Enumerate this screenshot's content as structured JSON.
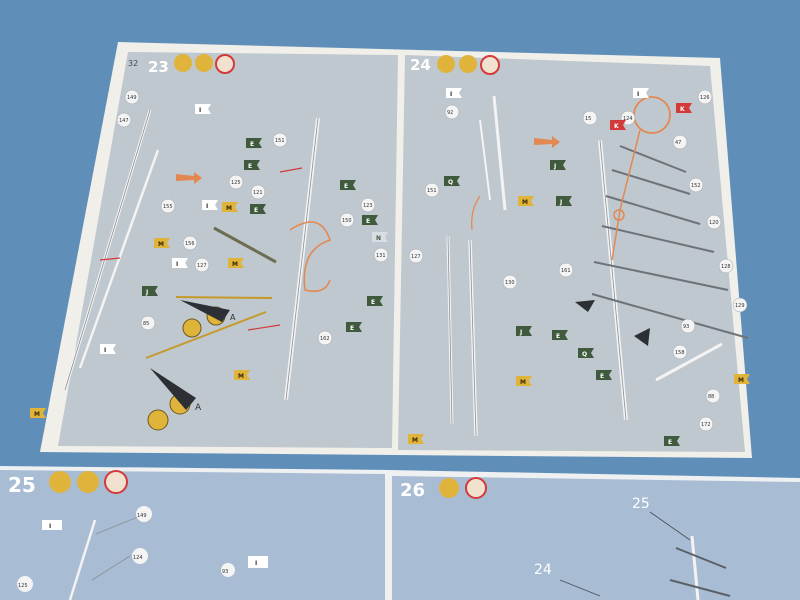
{
  "page_number": "32",
  "steps": [
    {
      "number": "23"
    },
    {
      "number": "24"
    },
    {
      "number": "25"
    },
    {
      "number": "26"
    }
  ],
  "callout_numbers": [
    "149",
    "147",
    "151",
    "121",
    "125",
    "123",
    "150",
    "131",
    "156",
    "155",
    "127",
    "85",
    "162",
    "120",
    "124",
    "15",
    "47",
    "152",
    "151",
    "92",
    "128",
    "127",
    "130",
    "129",
    "126",
    "93",
    "158",
    "88",
    "172",
    "161"
  ],
  "part_letters": [
    "I",
    "M",
    "E",
    "J",
    "Q",
    "N",
    "K",
    "A"
  ],
  "detail_labels": {
    "a": "A"
  },
  "lower_labels": {
    "label_25": "25",
    "label_24": "24",
    "n149": "149",
    "n124": "124",
    "n125": "125",
    "n93": "93"
  },
  "colors": {
    "background": "#5f8fb8",
    "panel": "#bfc7cf",
    "page": "#f1efea",
    "lower_panel": "#a8bcd4",
    "accent_orange": "#e38850",
    "flag_yellow": "#e0b43a",
    "flag_green": "#3f5a3c",
    "flag_red": "#d33a3a",
    "mast": "#f0f0f0"
  }
}
